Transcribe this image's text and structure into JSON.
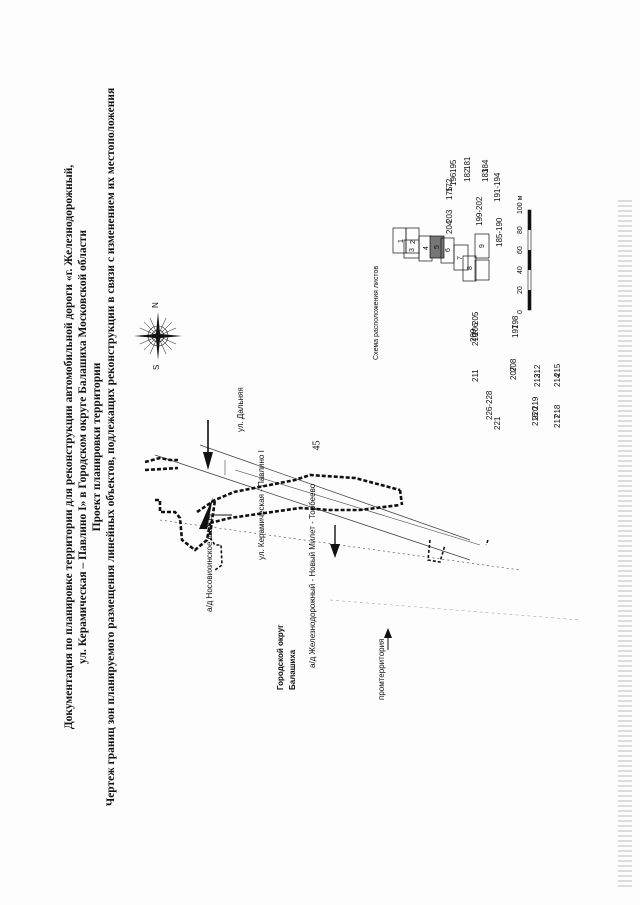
{
  "page": {
    "number": "45"
  },
  "titles": [
    "Документация по планировке территории для реконструкции автомобильной дороги «г. Железнодорожный,",
    "ул. Керамическая – Павлино I» в Городском округе Балашиха Московской области",
    "Проект планировки территории",
    "Чертеж границ зон планируемого размещения линейных объектов, подлежащих реконструкции в связи с изменением их местоположения"
  ],
  "map": {
    "roads": [
      "а/д Носовихинское шоссе",
      "а/д Железнодорожный - Новый Милет - Торбеево",
      "ул. Дальняя",
      "ул. Керамическая - Павлино I"
    ],
    "district": [
      "Городской округ",
      "Балашиха"
    ],
    "zone": "промтерритория",
    "compass": {
      "north": "N",
      "south": "S"
    },
    "points": [
      "184",
      "181",
      "195",
      "183",
      "182",
      "196",
      "172",
      "175",
      "191-194",
      "203",
      "199-202",
      "204",
      "185-190",
      "198",
      "205",
      "206",
      "209",
      "197",
      "210",
      "208",
      "211",
      "207",
      "212",
      "215",
      "213",
      "214",
      "219",
      "220",
      "218",
      "216",
      "217",
      "226-228",
      "221"
    ]
  },
  "scheme": {
    "title": "Схема расположения листов",
    "sheets": [
      "1",
      "2",
      "3",
      "4",
      "5",
      "6",
      "7",
      "8",
      "9"
    ]
  },
  "scale": {
    "labels": [
      "0",
      "20",
      "40",
      "60",
      "80",
      "100 м"
    ]
  }
}
